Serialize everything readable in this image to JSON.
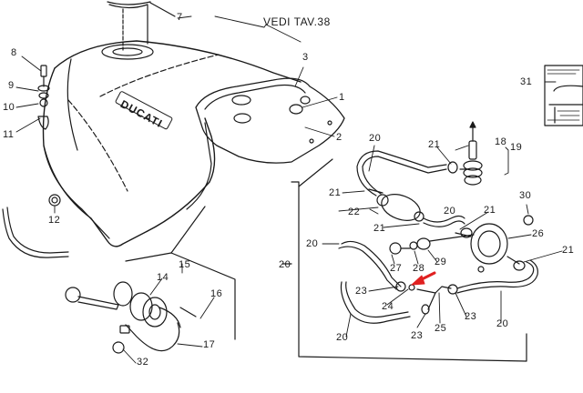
{
  "diagram": {
    "title": "Ducati fuel tank and fuel pump exploded parts diagram",
    "reference_note": "VEDI TAV.38",
    "brand_on_tank": "DUCATI",
    "highlight_arrow_color": "#e02020",
    "highlight_arrow_target": "24",
    "callouts": [
      {
        "id": "c1",
        "label": "1"
      },
      {
        "id": "c2",
        "label": "2"
      },
      {
        "id": "c3",
        "label": "3"
      },
      {
        "id": "c7",
        "label": "7"
      },
      {
        "id": "c8",
        "label": "8"
      },
      {
        "id": "c9",
        "label": "9"
      },
      {
        "id": "c10",
        "label": "10"
      },
      {
        "id": "c11",
        "label": "11"
      },
      {
        "id": "c12",
        "label": "12"
      },
      {
        "id": "c14",
        "label": "14"
      },
      {
        "id": "c15",
        "label": "15"
      },
      {
        "id": "c16",
        "label": "16"
      },
      {
        "id": "c17",
        "label": "17"
      },
      {
        "id": "c18",
        "label": "18"
      },
      {
        "id": "c19",
        "label": "19"
      },
      {
        "id": "c20a",
        "label": "20"
      },
      {
        "id": "c20b",
        "label": "20"
      },
      {
        "id": "c20c",
        "label": "20"
      },
      {
        "id": "c20d",
        "label": "20"
      },
      {
        "id": "c20e",
        "label": "20"
      },
      {
        "id": "c20f",
        "label": "20"
      },
      {
        "id": "c21a",
        "label": "21"
      },
      {
        "id": "c21b",
        "label": "21"
      },
      {
        "id": "c21c",
        "label": "21"
      },
      {
        "id": "c21d",
        "label": "21"
      },
      {
        "id": "c21e",
        "label": "21"
      },
      {
        "id": "c22",
        "label": "22"
      },
      {
        "id": "c23a",
        "label": "23"
      },
      {
        "id": "c23b",
        "label": "23"
      },
      {
        "id": "c23c",
        "label": "23"
      },
      {
        "id": "c24",
        "label": "24"
      },
      {
        "id": "c25",
        "label": "25"
      },
      {
        "id": "c26",
        "label": "26"
      },
      {
        "id": "c27",
        "label": "27"
      },
      {
        "id": "c28",
        "label": "28"
      },
      {
        "id": "c29",
        "label": "29"
      },
      {
        "id": "c30",
        "label": "30"
      },
      {
        "id": "c31",
        "label": "31"
      },
      {
        "id": "c32",
        "label": "32"
      }
    ]
  }
}
